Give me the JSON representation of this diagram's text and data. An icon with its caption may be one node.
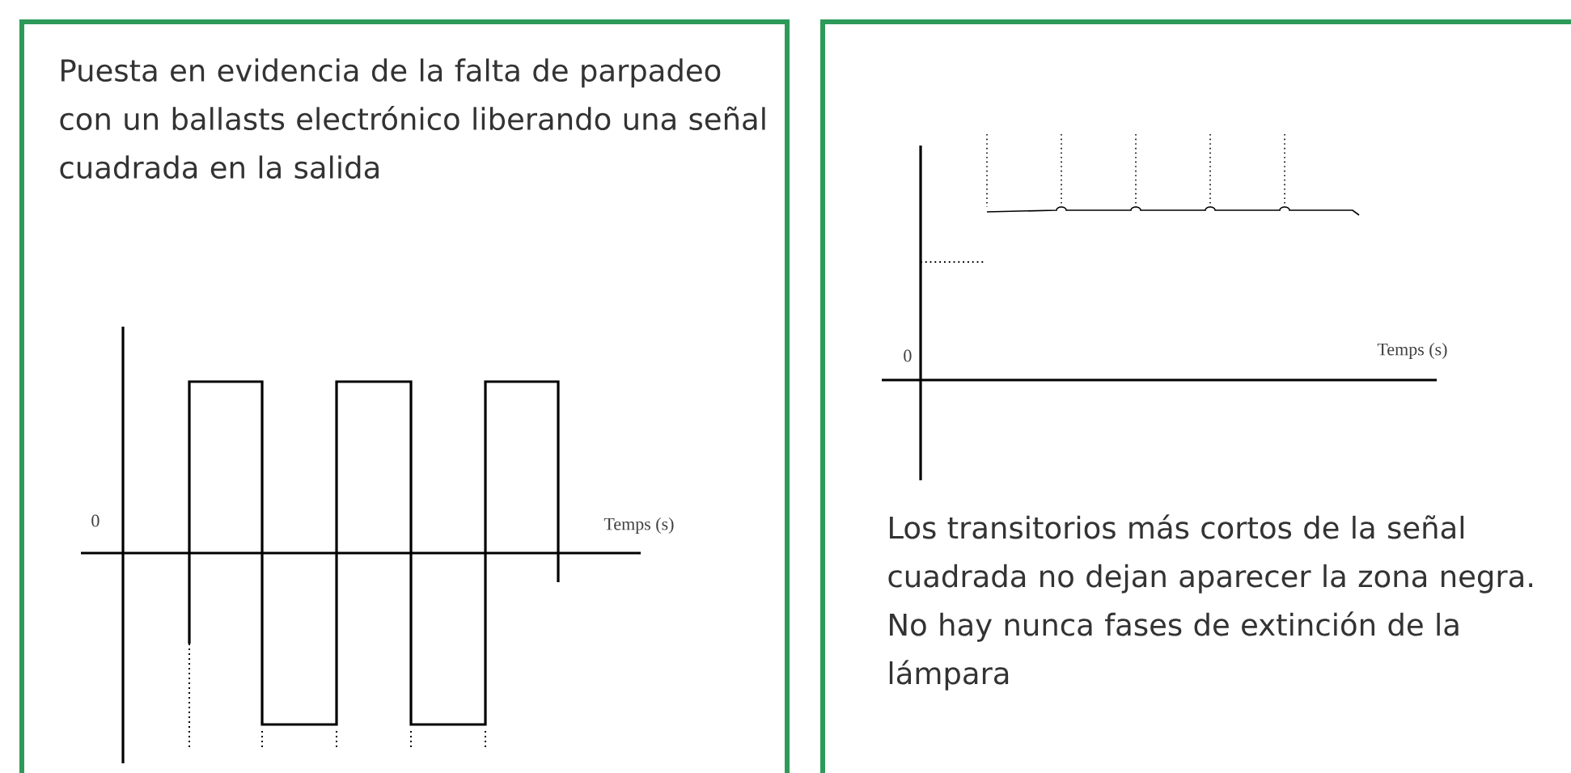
{
  "diagram": {
    "nodes": [
      {
        "text": [
          "Puesta en evidencia de la falta de parpadeo con un ballasts electrónico liberando una señal cuadrada en la salida"
        ]
      },
      {
        "text": [
          "Los transitorios más cortos de la señal cuadrada no dejan aparecer la zona negra. No hay nunca fases de extinción de la lámpara"
        ]
      }
    ],
    "labels": [
      "0",
      "Temps (s)",
      "0",
      "Temps (s)"
    ]
  }
}
